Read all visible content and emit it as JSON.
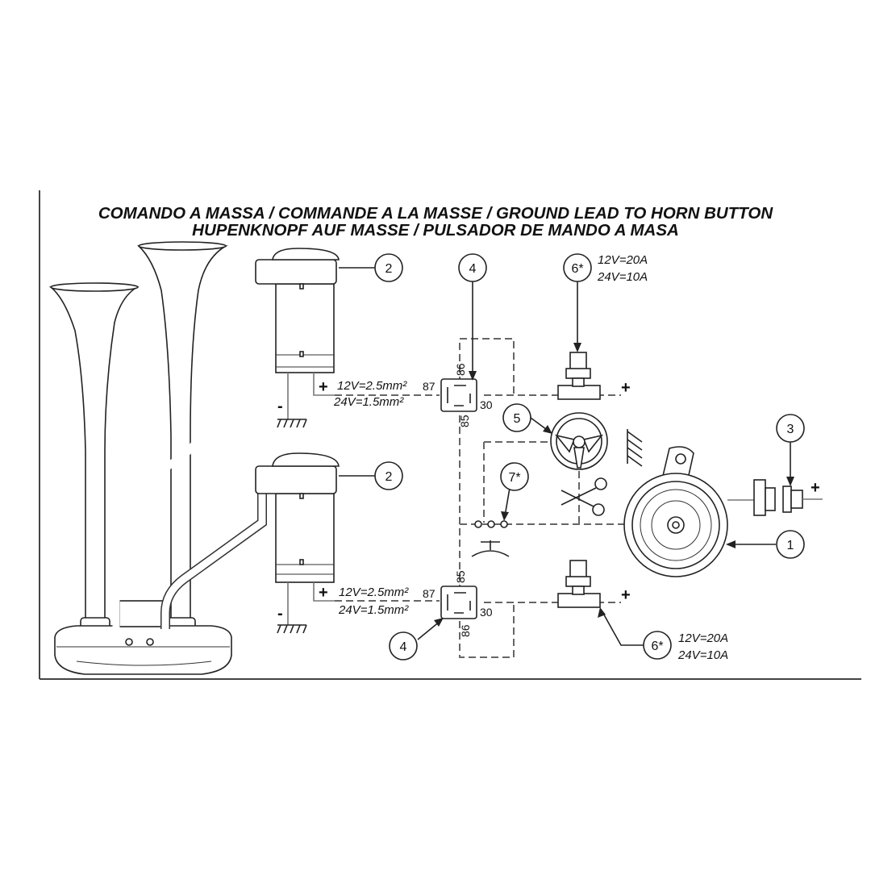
{
  "title": {
    "line1": "COMANDO A MASSA / COMMANDE A LA MASSE / GROUND LEAD TO HORN BUTTON",
    "line2": "HUPENKNOPF AUF MASSE / PULSADOR DE MANDO A MASA"
  },
  "callouts": {
    "compressor_top": "2",
    "compressor_bottom": "2",
    "relay_top": "4",
    "relay_bottom": "4",
    "fuse_top": "6*",
    "fuse_bottom": "6*",
    "steering_wheel": "5",
    "connector": "7*",
    "disc_horn": "1",
    "horn_connector": "3"
  },
  "wiring": {
    "top": {
      "plus": "+",
      "minus": "-",
      "spec_12v": "12V=2.5mm²",
      "spec_24v": "24V=1.5mm²"
    },
    "bottom": {
      "plus": "+",
      "minus": "-",
      "spec_12v": "12V=2.5mm²",
      "spec_24v": "24V=1.5mm²"
    }
  },
  "fuse_spec": {
    "top": {
      "v12": "12V=20A",
      "v24": "24V=10A"
    },
    "bottom": {
      "v12": "12V=20A",
      "v24": "24V=10A"
    }
  },
  "relay_pins": {
    "top": {
      "p86": "86",
      "p87": "87",
      "p30": "30",
      "p85": "85"
    },
    "bottom": {
      "p85": "85",
      "p87": "87",
      "p30": "30",
      "p86": "86"
    }
  },
  "supply": {
    "fuse_top_plus": "+",
    "fuse_bottom_plus": "+",
    "horn_plus": "+"
  },
  "icons": [
    "air-horn-trumpet",
    "compressor",
    "relay",
    "fuse",
    "steering-wheel",
    "scissors",
    "ground-symbol",
    "disc-horn",
    "connector-plug"
  ]
}
